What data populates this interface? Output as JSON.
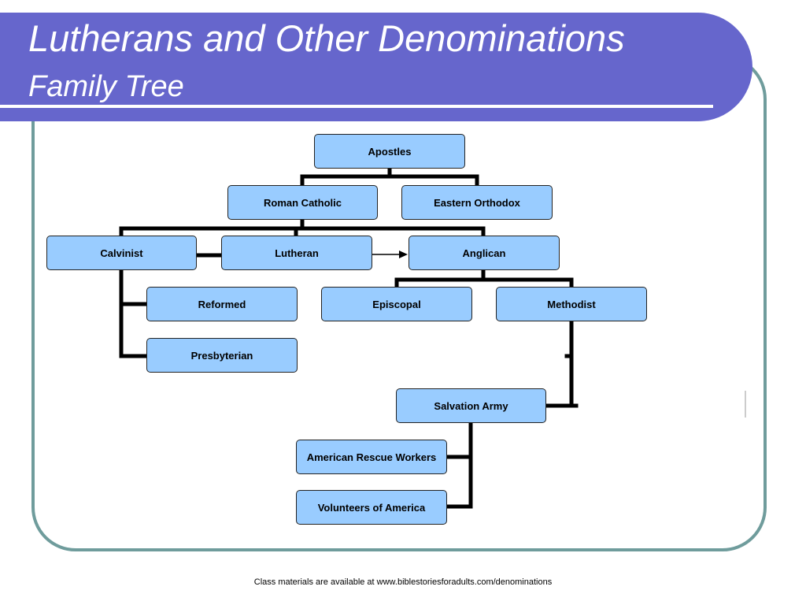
{
  "title": "Lutherans and Other Denominations",
  "subtitle": "Family Tree",
  "footer": "Class materials are available at www.biblestoriesforadults.com/denominations",
  "nodes": {
    "apostles": "Apostles",
    "roman_catholic": "Roman Catholic",
    "eastern_orthodox": "Eastern Orthodox",
    "calvinist": "Calvinist",
    "lutheran": "Lutheran",
    "anglican": "Anglican",
    "reformed": "Reformed",
    "presbyterian": "Presbyterian",
    "episcopal": "Episcopal",
    "methodist": "Methodist",
    "salvation_army": "Salvation Army",
    "american_rescue_workers": "American Rescue Workers",
    "volunteers_of_america": "Volunteers of America"
  },
  "colors": {
    "banner": "#6666cc",
    "frame": "#6f9c9c",
    "node_fill": "#99ccff"
  }
}
